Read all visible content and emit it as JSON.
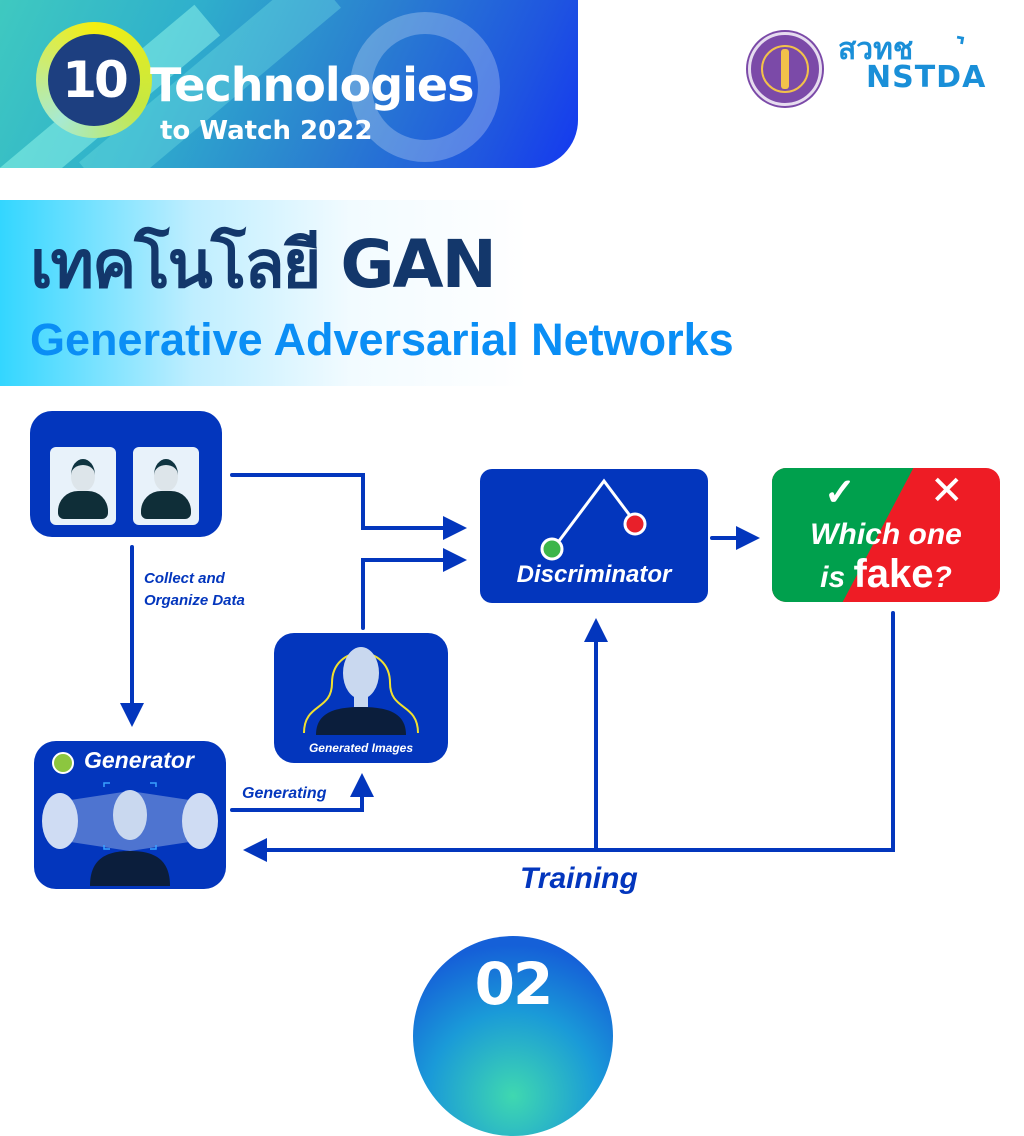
{
  "header": {
    "badge_number": "10",
    "title": "Technologies",
    "subtitle": "to Watch 2022",
    "logos": [
      {
        "name": "ministry-seal",
        "alt": "Ministry seal"
      },
      {
        "name": "nstda-logo",
        "thai": "สวทช",
        "en": "NSTDA"
      }
    ]
  },
  "title": {
    "thai": "เทคโนโลยี GAN",
    "english": "Generative Adversarial Networks"
  },
  "diagram": {
    "nodes": {
      "real_data": {
        "label": "",
        "faces": [
          "female-avatar",
          "male-avatar"
        ]
      },
      "discriminator": {
        "label": "Discriminator"
      },
      "verdict": {
        "check": "✓",
        "cross": "✕",
        "line1": "Which one",
        "line2_prefix": "is ",
        "line2_emph": "fake",
        "line2_suffix": "?",
        "colors": {
          "green": "#00a04d",
          "red": "#ee1c25"
        }
      },
      "generated_images": {
        "label": "Generated Images"
      },
      "generator": {
        "label": "Generator"
      }
    },
    "edges": {
      "collect": "Collect and",
      "organize": "Organize Data",
      "generating": "Generating",
      "training": "Training"
    },
    "colors": {
      "primary": "#0336bd",
      "title_dark": "#13376b",
      "title_blue": "#0a8ef5"
    }
  },
  "footer": {
    "page_number": "02"
  }
}
